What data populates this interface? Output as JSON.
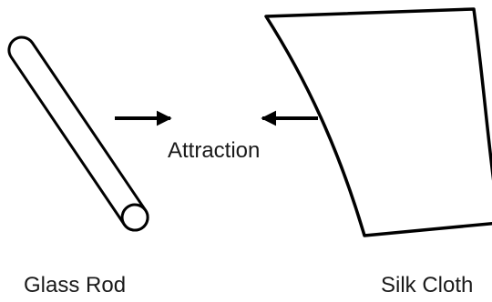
{
  "diagram": {
    "objects": [
      {
        "id": "rod",
        "label": "Glass Rod",
        "icon": "glass-rod"
      },
      {
        "id": "cloth",
        "label": "Silk Cloth",
        "icon": "silk-cloth"
      }
    ],
    "effect_label": "Attraction",
    "force_arrows": [
      {
        "direction": "right",
        "meaning": "rod attracted toward cloth"
      },
      {
        "direction": "left",
        "meaning": "cloth attracted toward rod"
      }
    ],
    "colors": {
      "stroke": "#000000",
      "background": "#ffffff"
    }
  }
}
